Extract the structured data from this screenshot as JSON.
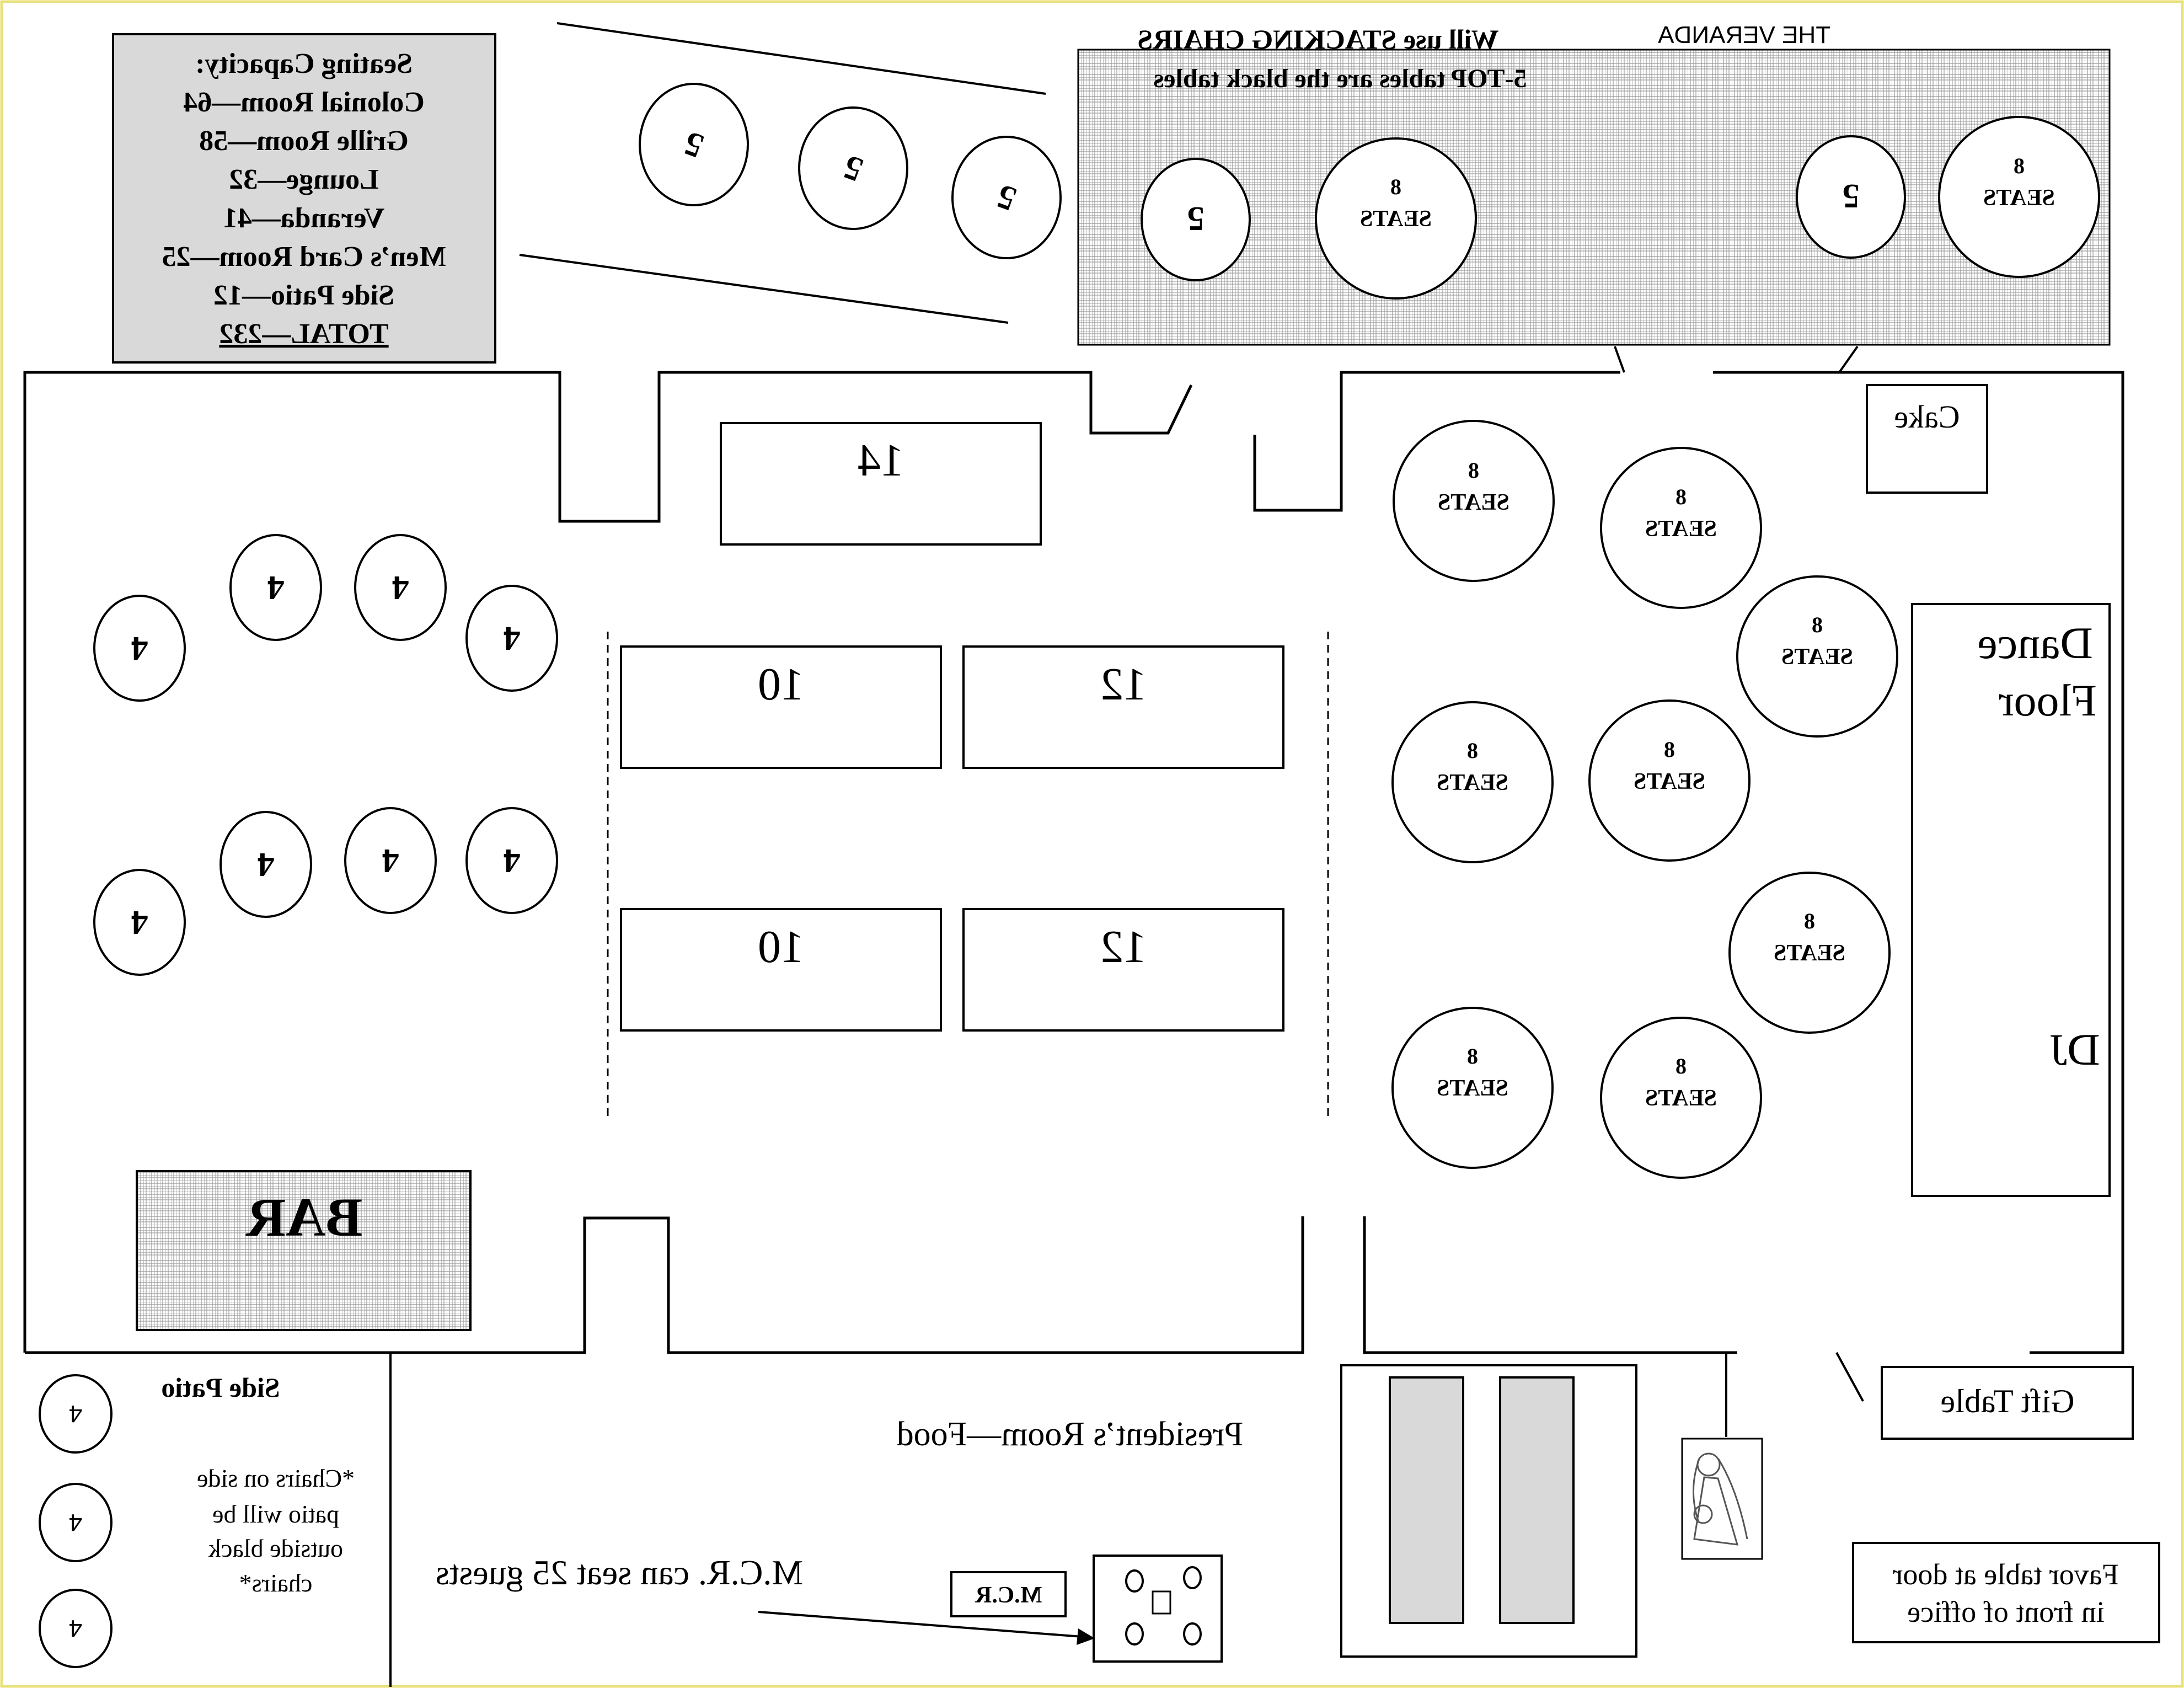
{
  "capacity": {
    "lines": [
      "Seating Capacity:",
      "Colonial Room—64",
      "Grille Room—58",
      "Lounge—32",
      "Veranda—41",
      "Men’s Card Room—25",
      "Side Patio—12",
      "TOTAL—232"
    ],
    "fill": "#d9d9d9"
  },
  "veranda": {
    "label": "THE VERANDA",
    "note1": "Will use STACKING CHAIRS",
    "note2": "5-TOP tables are the black tables",
    "tables": [
      {
        "n": "5"
      },
      {
        "n": "8",
        "s": "SEATS"
      },
      {
        "n": "5"
      },
      {
        "n": "8",
        "s": "SEATS"
      }
    ]
  },
  "outside_tables": [
    "5",
    "5",
    "5"
  ],
  "lounge_tables": [
    "4",
    "4",
    "4",
    "4",
    "4",
    "4",
    "4",
    "4"
  ],
  "bar": {
    "label": "BAR"
  },
  "rect_tables": [
    "14",
    "10",
    "12",
    "10",
    "12"
  ],
  "colonial_tables": [
    {
      "n": "8",
      "s": "SEATS"
    },
    {
      "n": "8",
      "s": "SEATS"
    },
    {
      "n": "8",
      "s": "SEATS"
    },
    {
      "n": "8",
      "s": "SEATS"
    },
    {
      "n": "8",
      "s": "SEATS"
    },
    {
      "n": "8",
      "s": "SEATS"
    },
    {
      "n": "8",
      "s": "SEATS"
    },
    {
      "n": "8",
      "s": "SEATS"
    }
  ],
  "cake": "Cake",
  "dance": {
    "line1": "Dance",
    "line2": "Floor",
    "dj": "DJ"
  },
  "gift": "Gift Table",
  "favor": {
    "line1": "Favor table at door",
    "line2": "in front of office"
  },
  "side_patio": {
    "title": "Side Patio",
    "tables": [
      "4",
      "4",
      "4"
    ],
    "note": [
      "*Chairs on side",
      "patio will be",
      "outside black",
      "chairs*"
    ]
  },
  "presidents_room": "President’s Room—Food",
  "mcr": {
    "note": "M.C.R. can seat 25 guests",
    "label": "M.C.R"
  },
  "colors": {
    "shade": "#d9d9d9",
    "hatch": "#bfbfbf",
    "border": "#e8e07a"
  }
}
